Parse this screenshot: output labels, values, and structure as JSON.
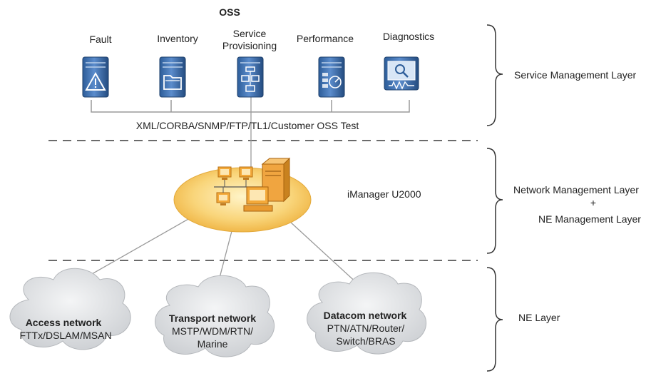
{
  "oss_title": "OSS",
  "oss_modules": [
    {
      "label_lines": [
        "Fault"
      ],
      "icon": "warning-server-icon"
    },
    {
      "label_lines": [
        "Inventory"
      ],
      "icon": "folder-server-icon"
    },
    {
      "label_lines": [
        "Service",
        "Provisioning"
      ],
      "icon": "flowchart-server-icon"
    },
    {
      "label_lines": [
        "Performance"
      ],
      "icon": "gauge-server-icon"
    },
    {
      "label_lines": [
        "Diagnostics"
      ],
      "icon": "magnifier-monitor-icon"
    }
  ],
  "interface_text": "XML/CORBA/SNMP/FTP/TL1/Customer OSS Test",
  "nms_label": "iManager U2000",
  "layers": {
    "service": "Service Management Layer",
    "network_lines": [
      "Network Management Layer",
      "+",
      "NE Management Layer"
    ],
    "ne": "NE Layer"
  },
  "networks": [
    {
      "title": "Access network",
      "lines": [
        "FTTx/DSLAM/MSAN"
      ]
    },
    {
      "title": "Transport network",
      "lines": [
        "MSTP/WDM/RTN/",
        "Marine"
      ]
    },
    {
      "title": "Datacom network",
      "lines": [
        "PTN/ATN/Router/",
        "Switch/BRAS"
      ]
    }
  ],
  "colors": {
    "icon_blue": "#3e6fa8",
    "disc_orange": "#f6c75a",
    "cloud_gray": "#d6d8da",
    "line_gray": "#9a9a9a"
  }
}
